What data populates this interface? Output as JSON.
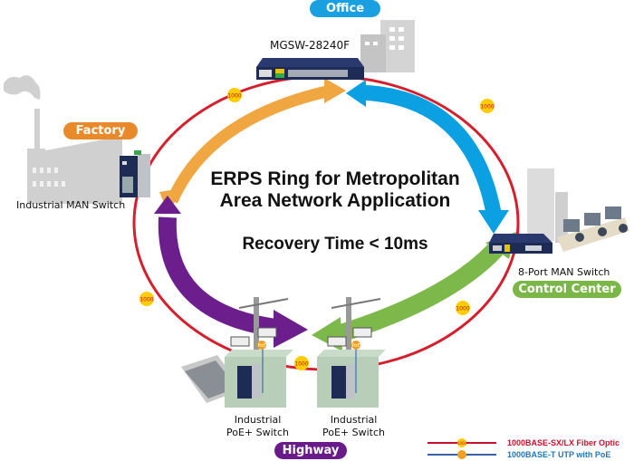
{
  "title": {
    "line1": "ERPS Ring for Metropolitan",
    "line2": "Area Network Application",
    "recovery": "Recovery Time < 10ms"
  },
  "sites": {
    "office": {
      "label": "Office",
      "color": "#1aa0e0",
      "device": "MGSW-28240F"
    },
    "factory": {
      "label": "Factory",
      "color": "#e8892a",
      "device": "Industrial MAN Switch"
    },
    "control_center": {
      "label": "Control Center",
      "color": "#7ab648",
      "device": "8-Port MAN Switch"
    },
    "highway": {
      "label": "Highway",
      "color": "#6a1b8a",
      "device_left": [
        "Industrial",
        "PoE+ Switch"
      ],
      "device_right": [
        "Industrial",
        "PoE+ Switch"
      ]
    }
  },
  "ring_badges": [
    "1000",
    "1000",
    "1000",
    "1000",
    "1000"
  ],
  "poe_badge": "PoE",
  "arrows": {
    "orange": "#f0a742",
    "blue": "#0aa0e2",
    "purple": "#6b1e8c",
    "green": "#7cb84a"
  },
  "ring_color": "#d61f2c",
  "legend": [
    {
      "label": "1000BASE-SX/LX Fiber Optic",
      "line_color": "#c8102e",
      "text_color": "#c8102e",
      "badge": "1000"
    },
    {
      "label": "1000BASE-T UTP with PoE",
      "line_color": "#3a5fa8",
      "text_color": "#1f77b4",
      "badge": "PoE"
    }
  ]
}
